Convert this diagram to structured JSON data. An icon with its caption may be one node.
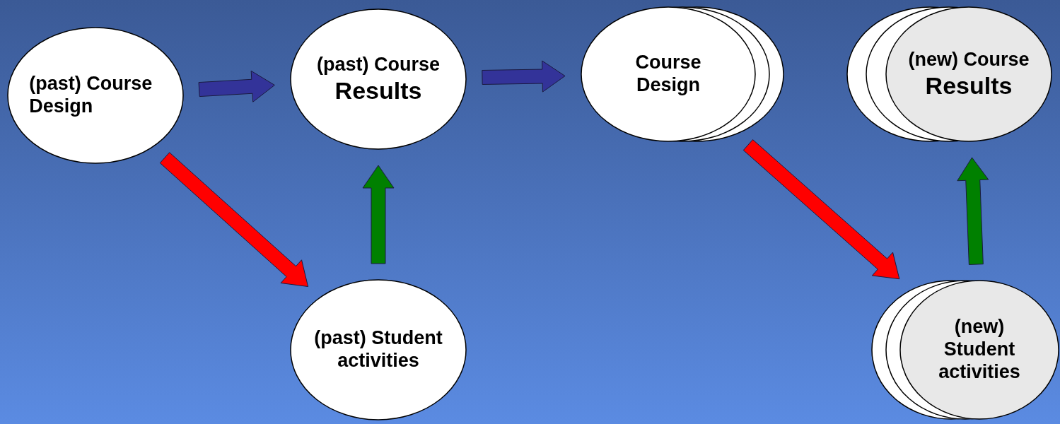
{
  "diagram": {
    "nodes": [
      {
        "text": [
          "(past) Course Design"
        ]
      },
      {
        "text": [
          "(past) Course",
          "Results"
        ]
      },
      {
        "text": [
          "Course Design"
        ]
      },
      {
        "text": [
          "(new) Course",
          "Results"
        ]
      },
      {
        "text": [
          "(past) Student activities"
        ]
      },
      {
        "text": [
          "(new) Student activities"
        ]
      }
    ],
    "edges": [
      {
        "from": 0,
        "to": 1,
        "arrow": "to",
        "style": "thick",
        "color": "#333399"
      },
      {
        "from": 1,
        "to": 2,
        "arrow": "to",
        "style": "thick",
        "color": "#333399"
      },
      {
        "from": 0,
        "to": 4,
        "arrow": "to",
        "style": "thick",
        "color": "#ff0000"
      },
      {
        "from": 4,
        "to": 1,
        "arrow": "to",
        "style": "thick",
        "color": "#008000"
      },
      {
        "from": 2,
        "to": 5,
        "arrow": "to",
        "style": "thick",
        "color": "#ff0000"
      },
      {
        "from": 5,
        "to": 3,
        "arrow": "to",
        "style": "thick",
        "color": "#008000"
      }
    ]
  }
}
